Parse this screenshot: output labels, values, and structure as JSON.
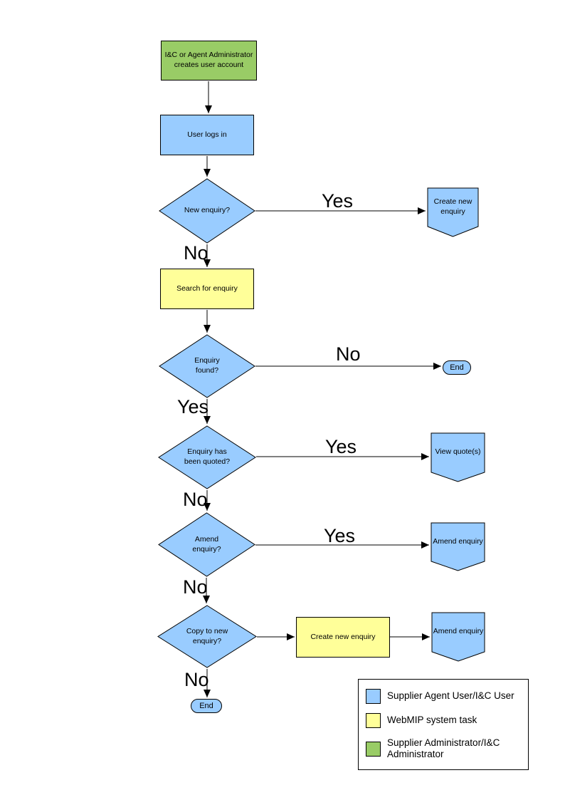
{
  "colors": {
    "user_shape_fill": "#99CCFF",
    "system_shape_fill": "#FFFF99",
    "admin_shape_fill": "#99CC66",
    "outline": "#000000",
    "background": "#FFFFFF"
  },
  "flowchart": {
    "nodes": {
      "create_account": "I&C or Agent Administrator\ncreates user account",
      "user_logs_in": "User logs in",
      "new_enquiry_q": "New enquiry?",
      "create_new_enquiry_offpage": "Create new\nenquiry",
      "search_for_enquiry": "Search for enquiry",
      "enquiry_found_q": "Enquiry\nfound?",
      "end_1": "End",
      "enquiry_quoted_q": "Enquiry has\nbeen quoted?",
      "view_quotes": "View quote(s)",
      "amend_enquiry_q": "Amend\nenquiry?",
      "amend_enquiry_offpage_1": "Amend enquiry",
      "copy_to_new_q": "Copy to new\nenquiry?",
      "create_new_enquiry_task": "Create new enquiry",
      "amend_enquiry_offpage_2": "Amend enquiry",
      "end_2": "End"
    },
    "edge_labels": {
      "yes": "Yes",
      "no": "No"
    }
  },
  "legend": {
    "items": [
      {
        "color": "#99CCFF",
        "label": "Supplier Agent User/I&C User"
      },
      {
        "color": "#FFFF99",
        "label": "WebMIP system task"
      },
      {
        "color": "#99CC66",
        "label": "Supplier Administrator/I&C\nAdministrator"
      }
    ]
  }
}
